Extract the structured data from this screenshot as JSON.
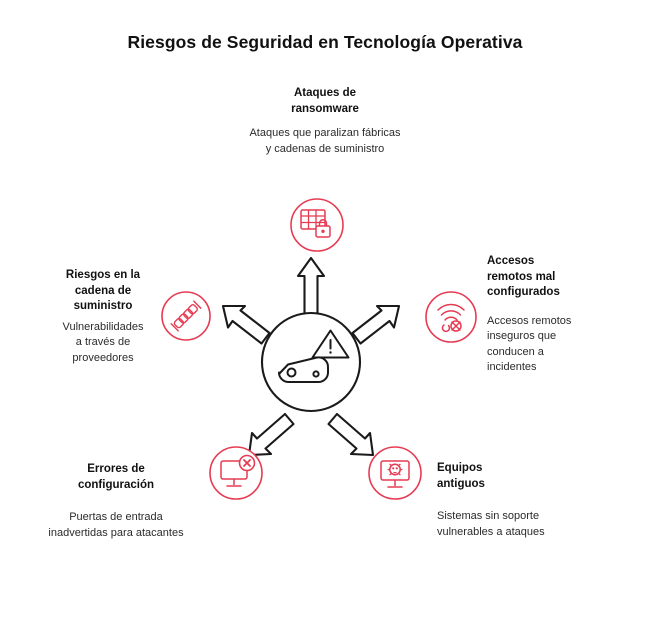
{
  "title": "Riesgos de Seguridad en Tecnología Operativa",
  "colors": {
    "accent": "#E63B52",
    "ink": "#111111",
    "body_text": "#2b2b2b",
    "background": "#ffffff"
  },
  "center": {
    "icon_name": "plc-warning-icon",
    "symbols": [
      "warning-triangle",
      "industrial-controller"
    ]
  },
  "nodes": [
    {
      "id": "ransomware",
      "title": "Ataques de\nransomware",
      "description": "Ataques que paralizan fábricas\ny cadenas de suministro",
      "icon": "locked-database-icon",
      "position": "top"
    },
    {
      "id": "supply-chain",
      "title": "Riesgos en la\ncadena de\nsuministro",
      "description": "Vulnerabilidades\na través de\nproveedores",
      "icon": "chain-links-icon",
      "position": "left"
    },
    {
      "id": "remote-access",
      "title": "Accesos\nremotos mal\nconfigurados",
      "description": "Accesos remotos\ninseguros que\nconducen a\nincidentes",
      "icon": "wifi-disabled-icon",
      "position": "right"
    },
    {
      "id": "misconfiguration",
      "title": "Errores de\nconfiguración",
      "description": "Puertas de entrada\ninadvertidas para atacantes",
      "icon": "monitor-error-icon",
      "position": "bottom-left"
    },
    {
      "id": "legacy-equipment",
      "title": "Equipos\nantiguos",
      "description": "Sistemas sin soporte\nvulnerables a ataques",
      "icon": "monitor-malware-icon",
      "position": "bottom-right"
    }
  ]
}
